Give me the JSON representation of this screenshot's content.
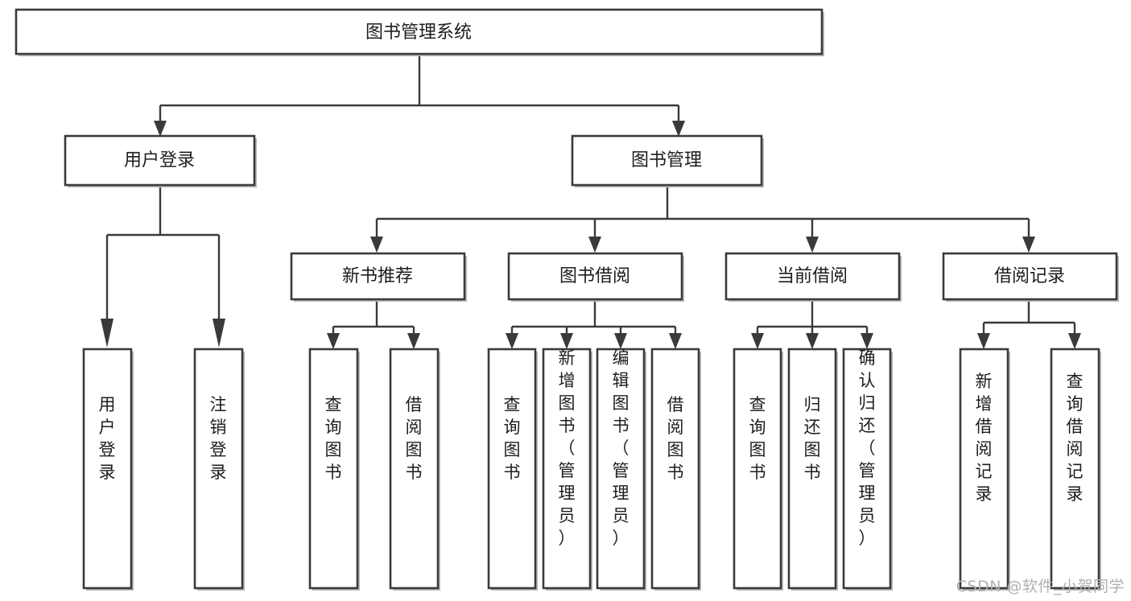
{
  "diagram": {
    "title": "图书管理系统",
    "type": "tree-hierarchy-diagram",
    "colors": {
      "box_stroke": "#3a3a3a",
      "box_fill": "#ffffff",
      "edge": "#3a3a3a",
      "text": "#1d1d1d",
      "watermark": "#b0b0b0",
      "background": "#ffffff"
    },
    "levels": {
      "root": {
        "label": "图书管理系统"
      },
      "level2": [
        {
          "id": "user-login",
          "label": "用户登录"
        },
        {
          "id": "book-management",
          "label": "图书管理"
        }
      ],
      "level3": [
        {
          "id": "new-book-recommend",
          "label": "新书推荐",
          "parent": "book-management"
        },
        {
          "id": "book-borrow",
          "label": "图书借阅",
          "parent": "book-management"
        },
        {
          "id": "current-borrow",
          "label": "当前借阅",
          "parent": "book-management"
        },
        {
          "id": "borrow-record",
          "label": "借阅记录",
          "parent": "book-management"
        }
      ],
      "leaves": [
        {
          "id": "leaf-user-login",
          "label": "用户登录",
          "parent": "user-login"
        },
        {
          "id": "leaf-logout-login",
          "label": "注销登录",
          "parent": "user-login"
        },
        {
          "id": "leaf-query-book-1",
          "label": "查询图书",
          "parent": "new-book-recommend"
        },
        {
          "id": "leaf-borrow-book-1",
          "label": "借阅图书",
          "parent": "new-book-recommend"
        },
        {
          "id": "leaf-query-book-2",
          "label": "查询图书",
          "parent": "book-borrow"
        },
        {
          "id": "leaf-add-book",
          "label": "新增图书（管理员）",
          "parent": "book-borrow"
        },
        {
          "id": "leaf-edit-book",
          "label": "编辑图书（管理员）",
          "parent": "book-borrow"
        },
        {
          "id": "leaf-borrow-book-2",
          "label": "借阅图书",
          "parent": "book-borrow"
        },
        {
          "id": "leaf-query-book-3",
          "label": "查询图书",
          "parent": "current-borrow"
        },
        {
          "id": "leaf-return-book",
          "label": "归还图书",
          "parent": "current-borrow"
        },
        {
          "id": "leaf-confirm-return",
          "label": "确认归还（管理员）",
          "parent": "current-borrow"
        },
        {
          "id": "leaf-add-record",
          "label": "新增借阅记录",
          "parent": "borrow-record"
        },
        {
          "id": "leaf-query-record",
          "label": "查询借阅记录",
          "parent": "borrow-record"
        }
      ]
    },
    "watermark": "CSDN @软件_小贺同学"
  }
}
